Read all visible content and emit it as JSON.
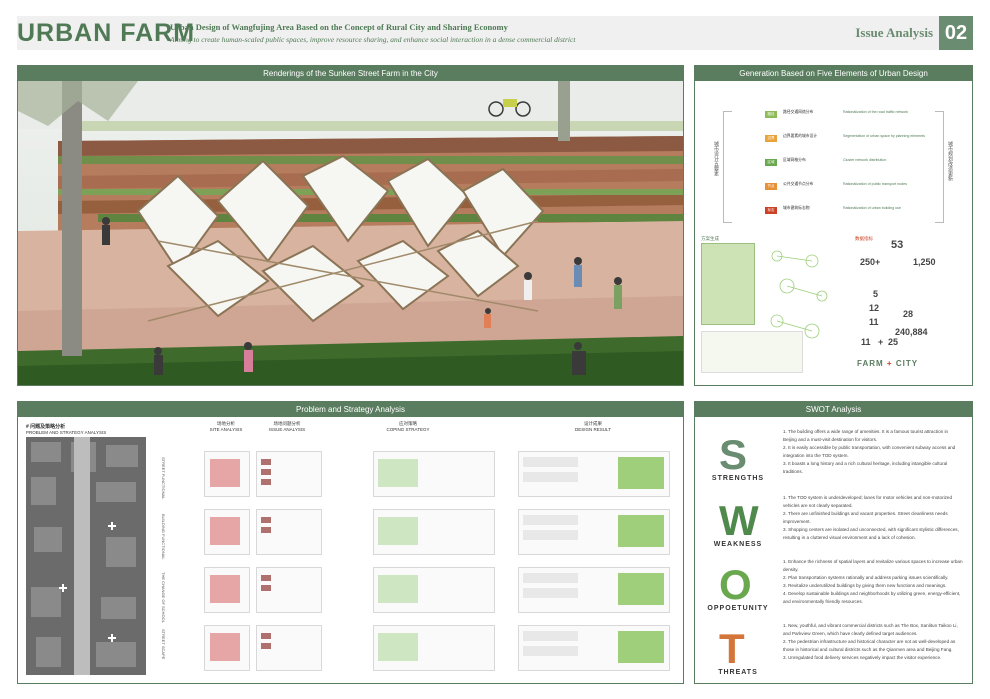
{
  "header": {
    "logo": "URBAN FARM",
    "title": "Urban Design of Wangfujing Area Based on the Concept of Rural City and Sharing Economy",
    "subtitle": "Aiming to create human-scaled public spaces, improve resource sharing, and enhance social interaction in a dense commercial district",
    "section": "Issue Analysis",
    "page": "02"
  },
  "panels": {
    "rendering_title": "Renderings of the Sunken Street Farm in the City",
    "five_title": "Generation Based on Five Elements of Urban Design",
    "problem_title": "Problem and Strategy Analysis",
    "swot_title": "SWOT Analysis"
  },
  "five": {
    "left_vertical": "城市设计五要素",
    "right_vertical": "城市规划改造更新",
    "elements": [
      {
        "tag": "路径",
        "cn": "路径交通网络分布",
        "en": "Rationalization of the road traffic network",
        "color": "#8dbb58"
      },
      {
        "tag": "边界",
        "cn": "边界要素的城市设计",
        "en": "Segmentation of urban space by planning elements",
        "color": "#e8a33d"
      },
      {
        "tag": "区域",
        "cn": "区域网格分布",
        "en": "Cluster network distribution",
        "color": "#6aa84f"
      },
      {
        "tag": "节点",
        "cn": "公共交通节点分布",
        "en": "Rationalization of public transport nodes",
        "color": "#e69138"
      },
      {
        "tag": "标志",
        "cn": "城市建筑标志物",
        "en": "Rationalization of urban building use",
        "color": "#cc4125"
      }
    ],
    "left_label": "方案生成",
    "right_label": "数据指标",
    "stats": [
      "53",
      "250+",
      "1,250",
      "5",
      "12",
      "11",
      "28",
      "240,884",
      "11",
      "+",
      "25"
    ],
    "footer": "FARM",
    "footer_plus": "+",
    "footer_city": "CITY"
  },
  "problem": {
    "tag": "# 问题及策略分析",
    "tag_en": "PROBLEM AND STRATEGY ANALYSIS",
    "stages": [
      {
        "cn": "场地分析",
        "en": "SITE ANALYSIS"
      },
      {
        "cn": "场地问题分析",
        "en": "ISSUE ANALYSIS"
      },
      {
        "cn": "应对策略",
        "en": "COPING STRATEGY"
      },
      {
        "cn": "设计成果",
        "en": "DESIGN RESULT"
      }
    ],
    "rows": [
      "STREET FUNCTIONAL",
      "BUILDING FUNCTIONAL",
      "THE CHANGE OF SCHOOL",
      "STREET SCAPE"
    ]
  },
  "swot": [
    {
      "letter": "S",
      "word": "STRENGTHS",
      "color": "#6a8c70",
      "items": [
        "1. The building offers a wide range of amenities. It is a famous tourist attraction in Beijing and a must-visit destination for visitors.",
        "2. It is easily accessible by public transportation, with convenient subway access and integration into the TOD system.",
        "3. It boasts a long history and a rich cultural heritage, including intangible cultural traditions."
      ]
    },
    {
      "letter": "W",
      "word": "WEAKNESS",
      "color": "#4f8a4c",
      "items": [
        "1. The TOD system is underdeveloped; lanes for motor vehicles and non-motorized vehicles are not clearly separated.",
        "2. There are unfinished buildings and vacant properties. Street cleanliness needs improvement.",
        "3. Shopping centers are isolated and unconnected, with significant stylistic differences, resulting in a cluttered visual environment and a lack of cohesion."
      ]
    },
    {
      "letter": "O",
      "word": "OPPOETUNITY",
      "color": "#6aa84f",
      "items": [
        "1. Enhance the richness of spatial layers and revitalize various spaces to increase urban density.",
        "2. Plan transportation systems rationally and address parking issues scientifically.",
        "3. Revitalize underutilized buildings by giving them new functions and meanings.",
        "4. Develop sustainable buildings and neighborhoods by utilizing green, energy-efficient, and environmentally friendly resources."
      ]
    },
    {
      "letter": "T",
      "word": "THREATS",
      "color": "#d4763a",
      "items": [
        "1. New, youthful, and vibrant commercial districts such as The Box, Sanlitun Taikoo Li, and Parkview Green, which have clearly defined target audiences.",
        "2. The pedestrian infrastructure and historical character are not as well-developed as those in historical and cultural districts such as the Qianmen area and Beijing Fang.",
        "3. Unregulated food delivery services negatively impact the visitor experience."
      ]
    }
  ]
}
